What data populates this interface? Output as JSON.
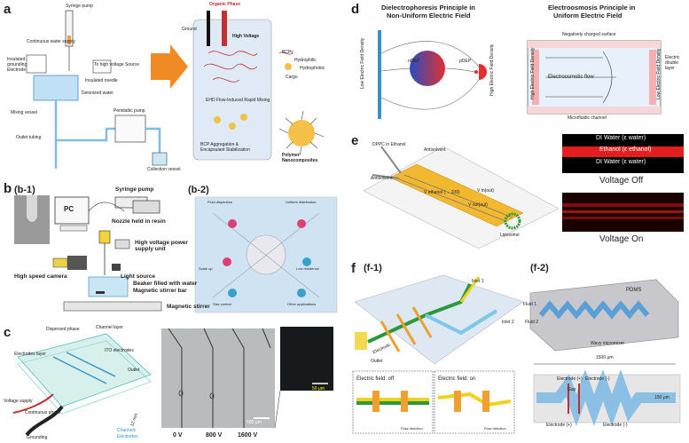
{
  "panel_letters": {
    "a": "a",
    "b": "b",
    "c": "c",
    "d": "d",
    "e": "e",
    "f": "f",
    "b1": "(b-1)",
    "b2": "(b-2)",
    "f1": "(f-1)",
    "f2": "(f-2)"
  },
  "a": {
    "syringe_pump": "Syringe pump",
    "continuous_water": "Continuous water supply",
    "insulated_grounding": "Insulated grounding Electrode",
    "to_hv": "To high voltage Source",
    "insulated_needle": "Insulated needle",
    "deionized": "Deionized water",
    "mixing_vessel": "Mixing vessel",
    "peristaltic": "Peristaltic pump",
    "outlet_tubing": "Outlet tubing",
    "collection": "Collection vessel",
    "ground": "Ground",
    "organic_phase": "Organic Phase",
    "high_voltage": "High Voltage",
    "bcps": "BCPs",
    "hydrophilic": "Hydrophilic",
    "hydrophobic": "Hydrophobic",
    "cargo": "Cargo",
    "ehd": "EHD Flow-Induced Rapid Mixing",
    "bcp_agg": "BCP Aggregation & Encapsulant Stabilization",
    "polymer": "Polymer Nanocomposites"
  },
  "b1": {
    "pc": "PC",
    "syringe_pump": "Syringe pump",
    "nozzle": "Nozzle held in resin",
    "hv": "High voltage power supply unit",
    "camera": "High speed camera",
    "light": "Light source",
    "beaker": "Beaker filled with water",
    "stirbar": "Magnetic stirrer bar",
    "stirrer": "Magnetic stirrer"
  },
  "b2": {
    "labels": [
      "Fluid dispersion",
      "Uniform distribution",
      "Scale up",
      "Low residence",
      "Size control",
      "Other applications"
    ]
  },
  "c": {
    "dispersed": "Dispersed phase",
    "channel_layer": "Channel layer",
    "electrodes_layer": "Electrodes layer",
    "ito": "ITO electrodes",
    "outlet": "Outlet",
    "voltage_supply": "Voltage supply",
    "continuous": "Continuous phase",
    "grounding": "Grounding",
    "dim": "12 mm",
    "legend_channels": "Channels",
    "legend_electrodes": "Electrodes",
    "volts": [
      "0 V",
      "800 V",
      "1600 V"
    ],
    "scale1": "500 μm",
    "scale2": "50 μm"
  },
  "d": {
    "title_left_1": "Dielectrophoresis Principle in",
    "title_left_2": "Non-Uniform Electric Field",
    "title_right_1": "Electroosmosis Principle in",
    "title_right_2": "Uniform Electric Field",
    "low_left": "Low Electric Field Density",
    "ndep": "nDEP",
    "pdep": "pDEP",
    "high": "High Electric Field Density",
    "neg_surface": "Negatively charged surface",
    "eo_flow": "Electroosmotic flow",
    "high_right": "High Electric Field Density",
    "low_right": "Low Electric Field Density",
    "edl": "Electric double layer",
    "microchannel": "Microfluidic channel"
  },
  "e": {
    "dppc": "DPPC in Ethanol",
    "antisolvent_top": "Antisolvent",
    "antisolvent_left": "Antisolvent",
    "v_ethanol": "V ethanol (→ 100)",
    "v_in": "V in(out)",
    "v_out": "V out(out)",
    "liposome": "Liposome",
    "di_top": "DI Water (ε water)",
    "ethanol": "Ethanol (ε ethanol)",
    "di_bottom": "DI Water (ε water)",
    "voltage_off": "Voltage Off",
    "voltage_on": "Voltage On"
  },
  "f1": {
    "electrode": "Electrode",
    "inlet1": "Inlet 1",
    "inlet2": "Inlet 2",
    "outlet": "Outlet",
    "field_off": "Electric field: off",
    "field_on": "Electric field: on",
    "flow_dir": "Flow direction"
  },
  "f2": {
    "pdms": "PDMS",
    "fluid1": "Fluid 1",
    "fluid2": "Fluid 2",
    "wavy": "Wavy micromixer",
    "len": "1500 μm",
    "gap": "Gap",
    "el_plus": "Electrode (+)",
    "el_minus": "Electrode (-)",
    "width": "150 μm",
    "el_plus2": "Electrode (+)",
    "el_minus2": "Electrode (-)"
  },
  "colors": {
    "arrow": "#f08a24",
    "blue_line": "#3b8fd1",
    "red": "#e53030",
    "yellow": "#f0c030",
    "green": "#4caa3a",
    "orange": "#f0a030"
  }
}
